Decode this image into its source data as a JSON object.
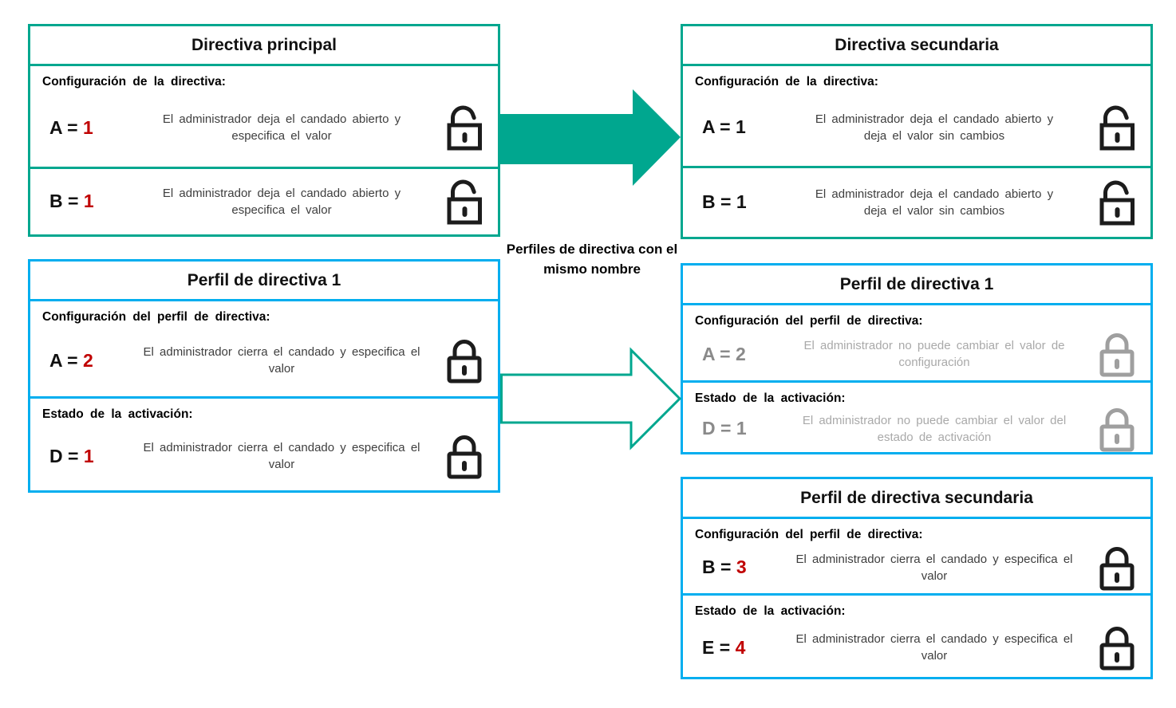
{
  "colors": {
    "teal": "#00a78f",
    "blue": "#00aeef",
    "red_value": "#c00000",
    "muted_gray": "#8a8a8a",
    "lock_black": "#1c1c1c",
    "lock_gray": "#9f9f9f"
  },
  "connector": {
    "label": "Perfiles de directiva con el mismo nombre"
  },
  "icons": {
    "open_lock": "open-padlock",
    "closed_lock": "closed-padlock"
  },
  "boxes": {
    "main": {
      "title": "Directiva principal",
      "rows": [
        {
          "header": "Configuración de la directiva:",
          "name": "A =",
          "value": "1",
          "desc": "El administrador deja el candado abierto y especifica el valor",
          "lock": "open"
        },
        {
          "name": "B =",
          "value": "1",
          "desc": "El administrador deja el candado abierto y especifica el valor",
          "lock": "open"
        }
      ]
    },
    "secondary": {
      "title": "Directiva secundaria",
      "rows": [
        {
          "header": "Configuración de la directiva:",
          "name": "A =",
          "value": "1",
          "desc": "El administrador deja el candado abierto y deja el valor sin cambios",
          "lock": "open"
        },
        {
          "name": "B =",
          "value": "1",
          "desc": "El administrador deja el candado abierto y deja el valor sin cambios",
          "lock": "open"
        }
      ]
    },
    "profile1_left": {
      "title": "Perfil de directiva 1",
      "rows": [
        {
          "header": "Configuración del perfil de directiva:",
          "name": "A =",
          "value": "2",
          "desc": "El administrador cierra el candado y especifica el valor",
          "lock": "closed"
        },
        {
          "header": "Estado de la activación:",
          "name": "D =",
          "value": "1",
          "desc": "El administrador cierra el candado y especifica el valor",
          "lock": "closed"
        }
      ]
    },
    "profile1_right": {
      "title": "Perfil de directiva 1",
      "rows": [
        {
          "header": "Configuración del perfil de directiva:",
          "name": "A =",
          "value": "2",
          "desc": "El administrador no puede cambiar el valor de configuración",
          "lock": "closed"
        },
        {
          "header": "Estado de la activación:",
          "name": "D =",
          "value": "1",
          "desc": "El administrador no puede cambiar el valor del estado de activación",
          "lock": "closed"
        }
      ]
    },
    "profile2_right": {
      "title": "Perfil de directiva secundaria",
      "rows": [
        {
          "header": "Configuración del perfil de directiva:",
          "name": "B =",
          "value": "3",
          "desc": "El administrador cierra el candado y especifica el valor",
          "lock": "closed"
        },
        {
          "header": "Estado de la activación:",
          "name": "E =",
          "value": "4",
          "desc": "El administrador cierra el candado y especifica el valor",
          "lock": "closed"
        }
      ]
    }
  }
}
